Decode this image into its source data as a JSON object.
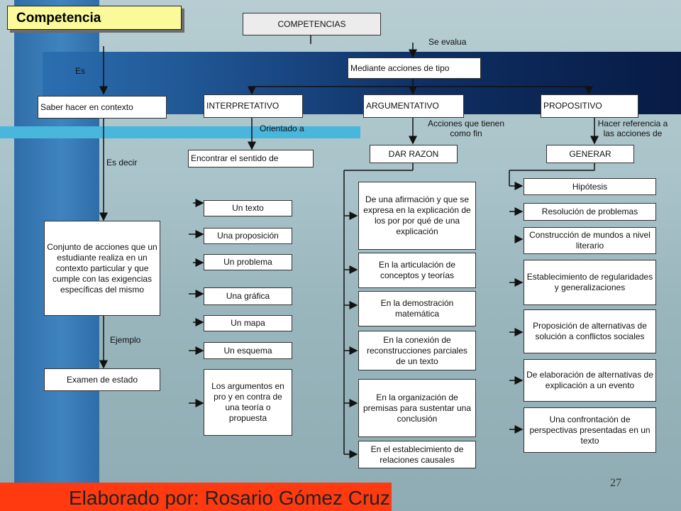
{
  "title": "Competencia",
  "root": "COMPETENCIAS",
  "labels": {
    "se_evalua": "Se evalua",
    "es": "Es",
    "es_decir": "Es decir",
    "ejemplo": "Ejemplo",
    "orientado_a": "Orientado a",
    "acciones_fin": "Acciones que tienen\ncomo fin",
    "hacer_referencia": "Hacer referencia a\nlas acciones de"
  },
  "mediante": "Mediante acciones de tipo",
  "left": {
    "saber": "Saber hacer en contexto",
    "conjunto": "Conjunto de acciones que un estudiante realiza en un contexto particular y que cumple con las exigencias específicas del mismo",
    "examen": "Examen de estado"
  },
  "interpretativo": {
    "header": "INTERPRETATIVO",
    "sub": "Encontrar el sentido de",
    "items": [
      "Un texto",
      "Una proposición",
      "Un problema",
      "Una gráfica",
      "Un mapa",
      "Un esquema",
      "Los argumentos en pro y en contra de una teoría o propuesta"
    ]
  },
  "argumentativo": {
    "header": "ARGUMENTATIVO",
    "sub": "DAR RAZON",
    "items": [
      "De una afirmación y que se expresa en la explicación de los por por qué de una explicación",
      "En la articulación de conceptos y teorías",
      "En la demostración matemática",
      "En la conexión de reconstrucciones parciales de un texto",
      "En la organización de premisas para sustentar una conclusión",
      "En el establecimiento de relaciones causales"
    ]
  },
  "propositivo": {
    "header": "PROPOSITIVO",
    "sub": "GENERAR",
    "items": [
      "Hipótesis",
      "Resolución de problemas",
      "Construcción de mundos a nivel literario",
      "Establecimiento de regularidades y generalizaciones",
      "Proposición de alternativas de solución a conflictos sociales",
      "De elaboración de alternativas de explicación a un evento",
      "Una confrontación de perspectivas presentadas en un texto"
    ]
  },
  "footer": "Elaborado por:  Rosario Gómez Cruz",
  "page_number": "27"
}
